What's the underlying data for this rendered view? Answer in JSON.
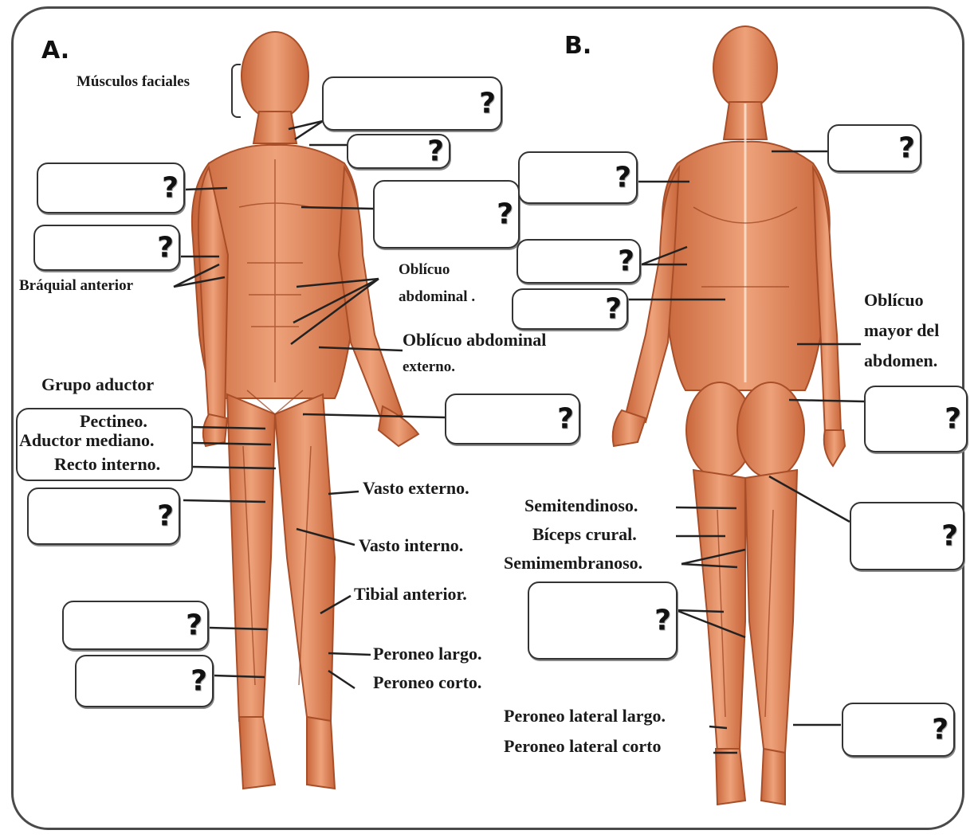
{
  "panels": {
    "a": "A.",
    "b": "B."
  },
  "labels": {
    "musculos_faciales": "Músculos faciales",
    "braquial_anterior": "Bráquial  anterior",
    "oblicuo_abdominal_1": "Oblícuo",
    "oblicuo_abdominal_2": "abdominal  .",
    "oblicuo_externo_1": "Oblícuo abdominal",
    "oblicuo_externo_2": "externo.",
    "grupo_aductor": "Grupo aductor",
    "pectineo": "Pectineo.",
    "aductor_mediano": "Aductor mediano.",
    "recto_interno": "Recto interno.",
    "vasto_externo": "Vasto externo.",
    "vasto_interno": "Vasto interno.",
    "tibial_anterior": "Tibial anterior.",
    "peroneo_largo": "Peroneo largo.",
    "peroneo_corto": "Peroneo corto.",
    "oblicuo_mayor_1": "Oblícuo",
    "oblicuo_mayor_2": "mayor del",
    "oblicuo_mayor_3": "abdomen.",
    "semitendinoso": "Semitendinoso.",
    "biceps_crural": "Bíceps crural.",
    "semimembranoso": "Semimembranoso.",
    "peroneo_lateral_largo": "Peroneo lateral largo.",
    "peroneo_lateral_corto": "Peroneo lateral corto"
  },
  "unknown_mark": "?",
  "colors": {
    "muscle": "#d97a4a",
    "muscle_dark": "#a84f2a",
    "muscle_light": "#f0b08a",
    "line": "#222222"
  }
}
